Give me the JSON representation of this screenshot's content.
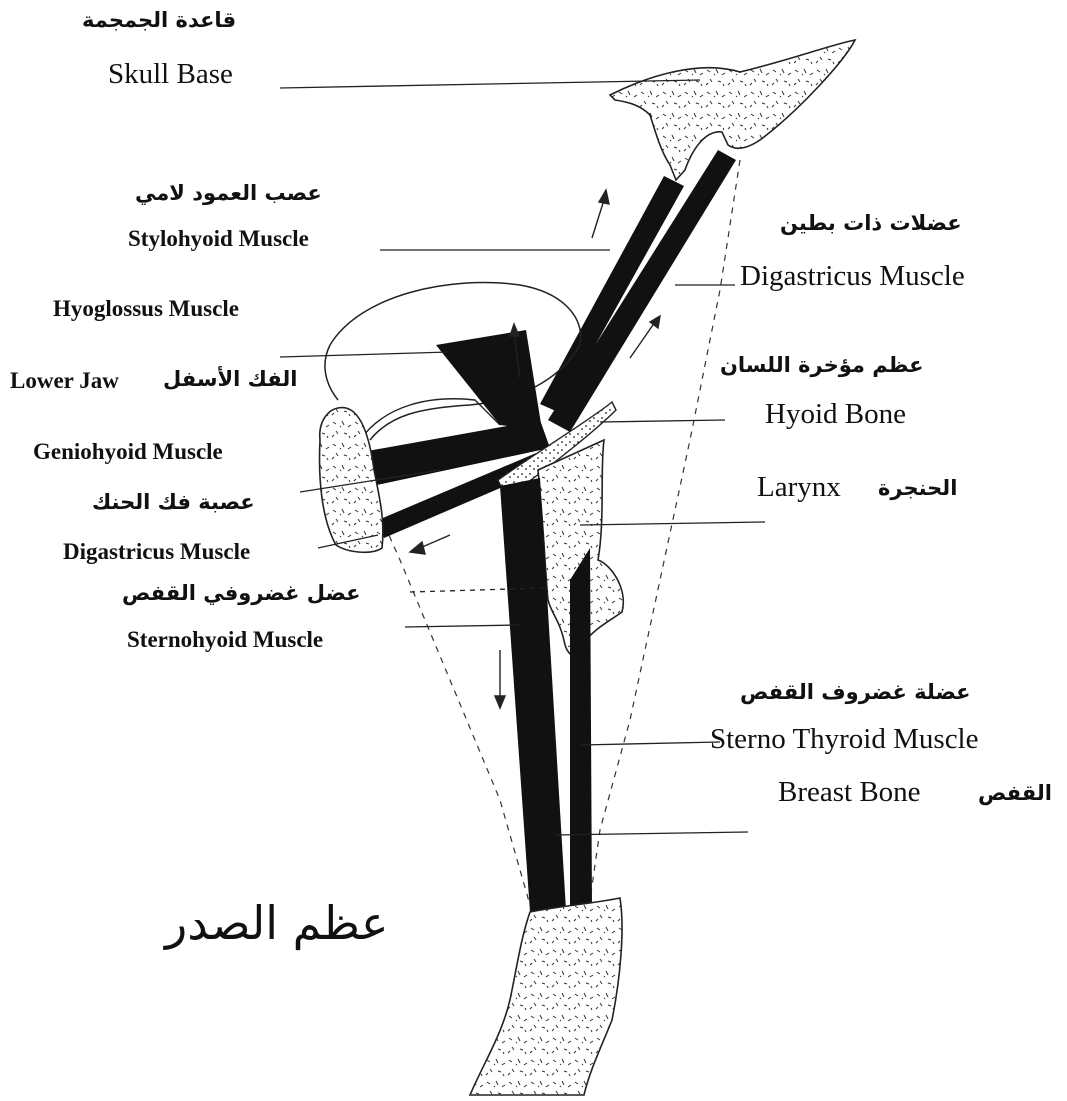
{
  "labels": {
    "skull_base_ar": "قاعدة الجمجمة",
    "skull_base_en": "Skull Base",
    "stylohyoid_ar": "عصب العمود لامي",
    "stylohyoid_en": "Stylohyoid Muscle",
    "hyoglossus_en": "Hyoglossus Muscle",
    "lower_jaw_ar": "الفك الأسفل",
    "lower_jaw_en": "Lower Jaw",
    "geniohyoid_en": "Geniohyoid Muscle",
    "jaw_ligament_ar": "عصبة فك الحنك",
    "digastricus_left_en": "Digastricus Muscle",
    "cricoid_muscle_ar": "عضل غضروفي القفص",
    "sternohyoid_en": "Sternohyoid Muscle",
    "chest_bone_ar": "عظم الصدر",
    "digastricus_ar": "عضلات ذات بطين",
    "digastricus_en": "Digastricus Muscle",
    "hyoid_ar": "عظم مؤخرة اللسان",
    "hyoid_en": "Hyoid Bone",
    "larynx_ar": "الحنجرة",
    "larynx_en": "Larynx",
    "sternothyroid_ar": "عضلة غضروف القفص",
    "sternothyroid_en": "Sterno Thyroid Muscle",
    "breast_bone_ar": "القفص",
    "breast_bone_en": "Breast Bone"
  }
}
